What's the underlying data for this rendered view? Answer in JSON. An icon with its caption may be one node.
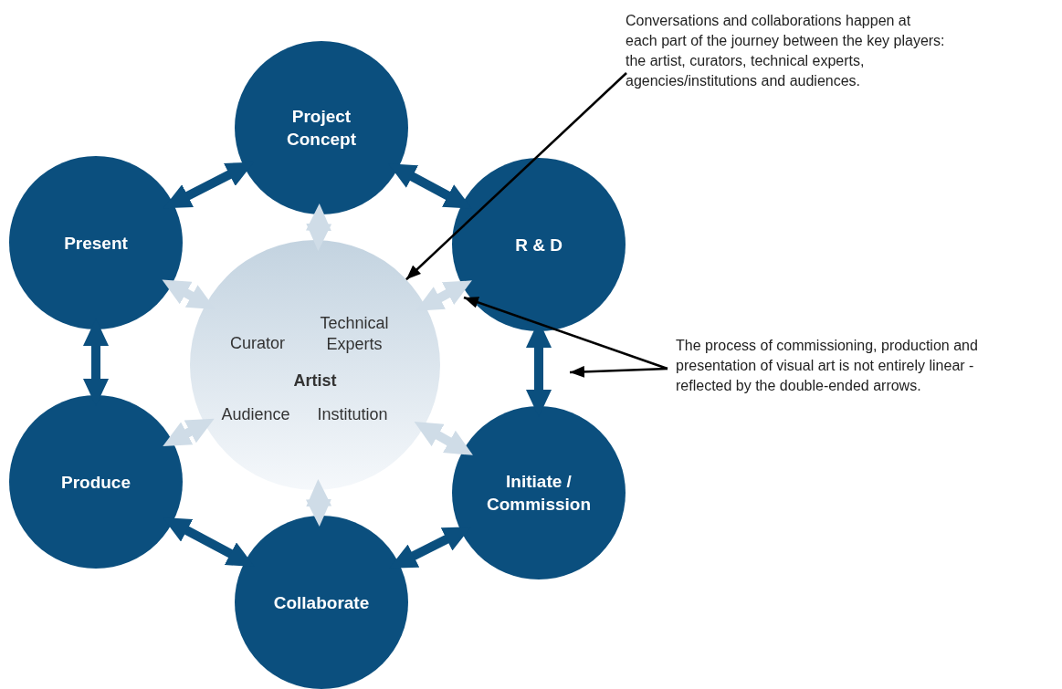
{
  "diagram": {
    "nodes": [
      {
        "text": [
          "Project Concept"
        ]
      },
      {
        "text": [
          "R & D"
        ]
      },
      {
        "text": [
          "Initiate / Commission"
        ]
      },
      {
        "text": [
          "Collaborate"
        ]
      },
      {
        "text": [
          "Produce"
        ]
      },
      {
        "text": [
          "Present"
        ]
      },
      {
        "text": [
          "Curator",
          "Technical Experts",
          "Artist",
          "Audience",
          "Institution"
        ]
      },
      {
        "text": [
          "Conversations and collaborations happen at each part of the journey between the key players: the artist, curators, technical experts, agencies/institutions and audiences."
        ]
      },
      {
        "text": [
          "The process of commissioning, production and presentation of visual art is not entirely linear - reflected by the double-ended arrows."
        ]
      }
    ],
    "edges": [
      {
        "from": 5,
        "to": 0,
        "arrow": "both"
      },
      {
        "from": 0,
        "to": 1,
        "arrow": "both"
      },
      {
        "from": 1,
        "to": 2,
        "arrow": "both"
      },
      {
        "from": 2,
        "to": 3,
        "arrow": "both"
      },
      {
        "from": 3,
        "to": 4,
        "arrow": "both"
      },
      {
        "from": 4,
        "to": 5,
        "arrow": "both"
      },
      {
        "from": 6,
        "to": 0,
        "arrow": "both",
        "color": "#cfdce7"
      },
      {
        "from": 6,
        "to": 1,
        "arrow": "both",
        "color": "#cfdce7"
      },
      {
        "from": 6,
        "to": 2,
        "arrow": "both",
        "color": "#cfdce7"
      },
      {
        "from": 6,
        "to": 3,
        "arrow": "both",
        "color": "#cfdce7"
      },
      {
        "from": 6,
        "to": 4,
        "arrow": "both",
        "color": "#cfdce7"
      },
      {
        "from": 6,
        "to": 5,
        "arrow": "both",
        "color": "#cfdce7"
      },
      {
        "from": 7,
        "to": 6,
        "arrow": "to",
        "color": "#000000"
      },
      {
        "from": 8,
        "to": 1,
        "arrow": "to",
        "color": "#000000"
      },
      {
        "from": 8,
        "to": null,
        "arrow": "to",
        "color": "#000000"
      }
    ]
  }
}
